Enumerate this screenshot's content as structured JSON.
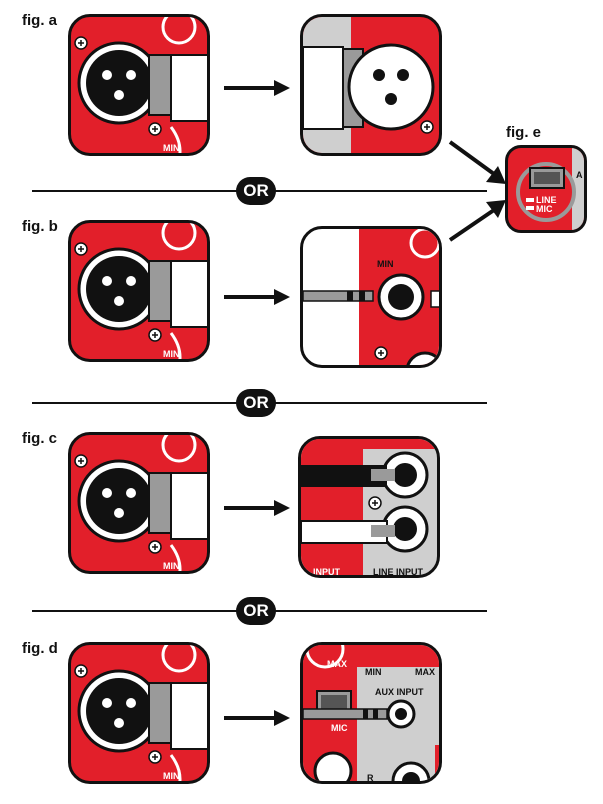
{
  "figures": {
    "a": {
      "label": "fig. a"
    },
    "b": {
      "label": "fig. b"
    },
    "c": {
      "label": "fig. c"
    },
    "d": {
      "label": "fig. d"
    },
    "e": {
      "label": "fig. e"
    }
  },
  "separators": {
    "or": "OR"
  },
  "panel_text": {
    "min": "MIN",
    "max": "MAX",
    "input": "INPUT",
    "line_input": "LINE INPUT",
    "aux_input": "AUX INPUT",
    "mic": "MIC",
    "line": "LINE",
    "r": "R",
    "a": "A"
  },
  "colors": {
    "panel_red": "#e21f2a",
    "outline": "#111111",
    "grey": "#cfcfcf"
  }
}
